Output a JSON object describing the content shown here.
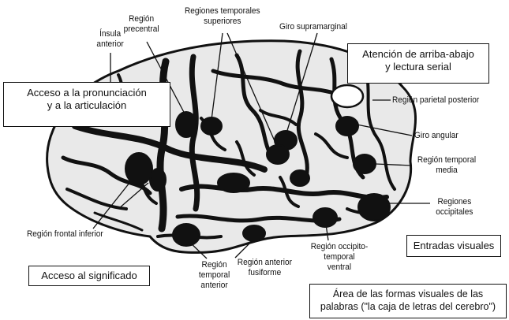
{
  "boxes": {
    "pronunciation": [
      "Acceso a la pronunciación",
      "y a la articulación"
    ],
    "meaning": "Acceso al significado",
    "topdown": [
      "Atención de arriba-abajo",
      "y lectura serial"
    ],
    "visual_inputs": "Entradas visuales",
    "vwfa": [
      "Área de las formas visuales de las",
      "palabras (\"la caja de letras del cerebro\")"
    ]
  },
  "labels": {
    "insula": [
      "Ínsula",
      "anterior"
    ],
    "precentral": [
      "Región",
      "precentral"
    ],
    "superior_temporal": [
      "Regiones temporales",
      "superiores"
    ],
    "supramarginal": "Giro supramarginal",
    "posterior_parietal": "Región parietal posterior",
    "angular": "Giro angular",
    "middle_temporal": [
      "Región temporal",
      "media"
    ],
    "occipital": [
      "Regiones",
      "occipitales"
    ],
    "inferior_frontal": "Región frontal inferior",
    "anterior_fusiform": [
      "Región anterior",
      "fusiforme"
    ],
    "anterior_temporal": [
      "Región",
      "temporal",
      "anterior"
    ],
    "occipitotemporal": [
      "Región occipito-",
      "temporal",
      "ventral"
    ]
  },
  "colors": {
    "ink": "#111111",
    "brain_light": "#e9e9e9",
    "paper": "#ffffff"
  }
}
